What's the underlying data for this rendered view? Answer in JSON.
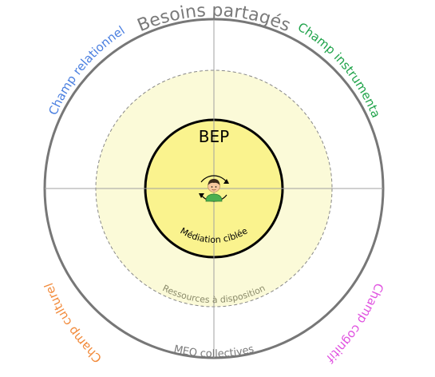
{
  "diagram": {
    "outer_ring": {
      "title": "Besoins partagés",
      "bottom_label": "MEO collectives"
    },
    "fields": [
      {
        "label": "Champ relationnel",
        "color": "#4a7fe0"
      },
      {
        "label": "Champ instrumental",
        "color": "#1fa34a"
      },
      {
        "label": "Champ culturel",
        "color": "#f28a3a"
      },
      {
        "label": "Champ cognitif",
        "color": "#e052e0"
      }
    ],
    "middle_ring": {
      "label": "Ressources à disposition"
    },
    "inner_circle": {
      "title": "BEP",
      "label": "Médiation ciblée"
    },
    "icons": {
      "center": "student-avatar-icon"
    },
    "colors": {
      "outer_stroke": "#777777",
      "axis": "#a0a0a0",
      "middle_fill": "#fbfad8",
      "middle_stroke": "#888888",
      "inner_fill": "#faf38e",
      "inner_stroke": "#000000",
      "gray_text": "#7a7a7a"
    }
  }
}
